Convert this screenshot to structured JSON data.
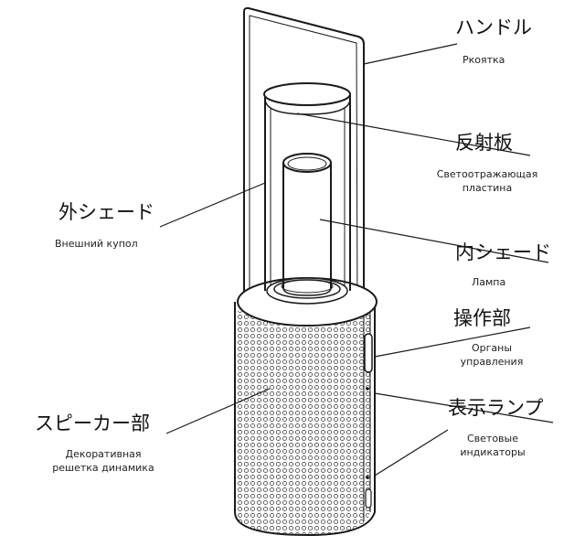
{
  "labels": {
    "handle": {
      "jp": "ハンドル",
      "ru": "Ркоятка"
    },
    "reflector": {
      "jp": "反射板",
      "ru_lines": [
        "Светоотражающая",
        "пластина"
      ]
    },
    "outer_shade": {
      "jp": "外シェード",
      "ru": "Внешний купол"
    },
    "inner_shade": {
      "jp": "内シェード",
      "ru": "Лампа"
    },
    "controls": {
      "jp": "操作部",
      "ru_lines": [
        "Органы",
        "управления"
      ]
    },
    "indicators": {
      "jp": "表示ランプ",
      "ru_lines": [
        "Световые",
        "индикаторы"
      ]
    },
    "speaker": {
      "jp": "スピーカー部",
      "ru_lines": [
        "Декоративная",
        "решетка динамика"
      ]
    }
  },
  "colors": {
    "line": "#1a1a1a",
    "grille": "#555555"
  }
}
